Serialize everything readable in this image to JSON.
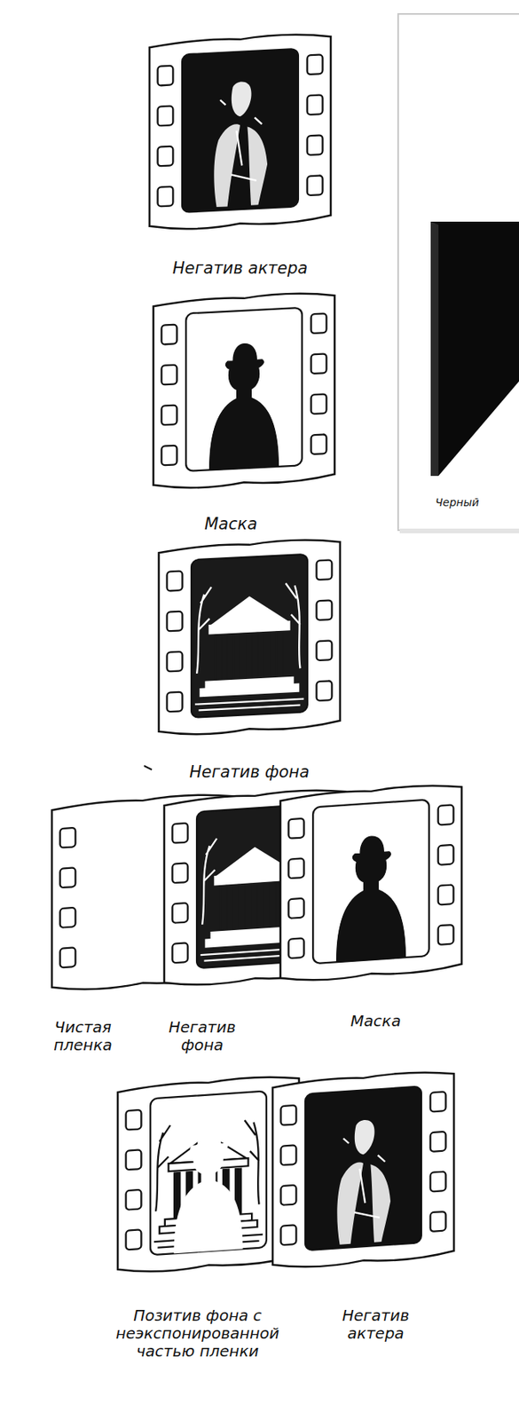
{
  "diagram": {
    "labels": [
      "Негатив актера",
      "Маска",
      "Черный",
      "Негатив фона",
      "Чистая пленка",
      "Негатив фона",
      "Маска",
      "Позитив фона с неэкспонированной частью пленки",
      "Негатив актера"
    ]
  }
}
